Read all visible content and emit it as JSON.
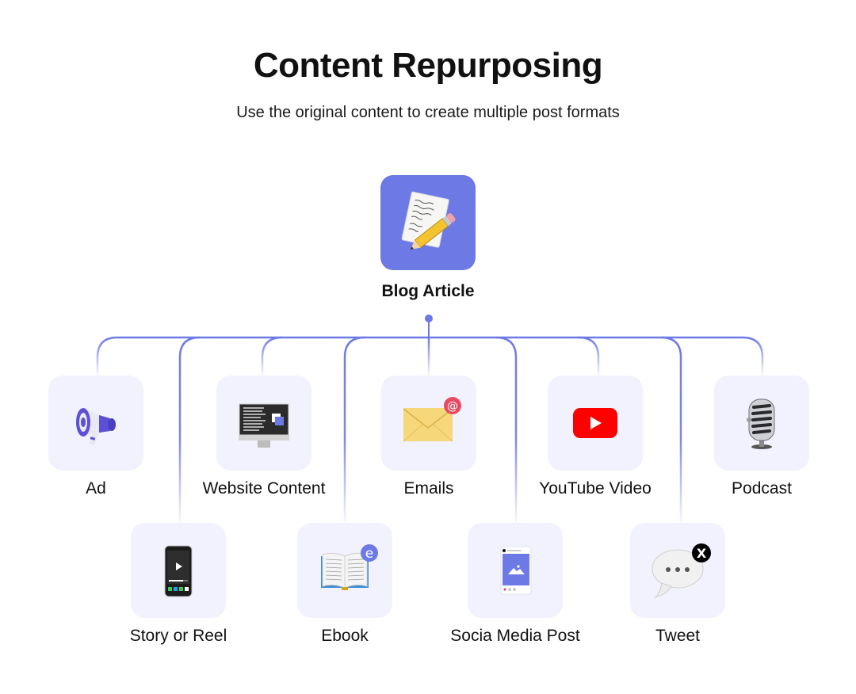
{
  "header": {
    "title": "Content Repurposing",
    "subtitle": "Use the original content to create multiple post formats"
  },
  "root": {
    "label": "Blog Article",
    "icon": "memo-pencil-icon",
    "color": "#6d7ae6"
  },
  "colors": {
    "connector": "#6d7ae6",
    "node_background": "#f1f2fd"
  },
  "nodes": [
    {
      "label": "Ad",
      "icon": "megaphone-icon",
      "row": 1
    },
    {
      "label": "Story or Reel",
      "icon": "phone-video-icon",
      "row": 2
    },
    {
      "label": "Website Content",
      "icon": "desktop-monitor-icon",
      "row": 1
    },
    {
      "label": "Ebook",
      "icon": "open-book-icon",
      "badge": "e",
      "row": 2
    },
    {
      "label": "Emails",
      "icon": "envelope-icon",
      "badge": "@",
      "row": 1
    },
    {
      "label": "Socia Media Post",
      "icon": "social-post-icon",
      "row": 2
    },
    {
      "label": "YouTube Video",
      "icon": "youtube-play-icon",
      "row": 1
    },
    {
      "label": "Tweet",
      "icon": "speech-bubble-icon",
      "badge": "X",
      "row": 2
    },
    {
      "label": "Podcast",
      "icon": "microphone-icon",
      "row": 1
    }
  ]
}
